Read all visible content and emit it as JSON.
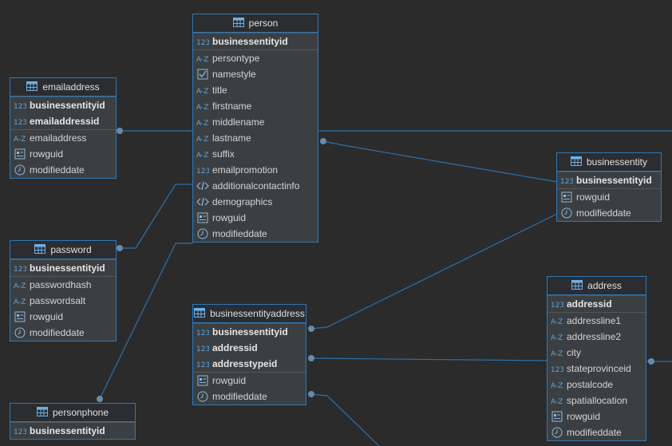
{
  "tables": {
    "person": {
      "name": "person",
      "pk": [
        {
          "name": "businessentityid",
          "icon": "number-icon"
        }
      ],
      "cols": [
        {
          "name": "persontype",
          "icon": "text-icon"
        },
        {
          "name": "namestyle",
          "icon": "checkbox-icon"
        },
        {
          "name": "title",
          "icon": "text-icon"
        },
        {
          "name": "firstname",
          "icon": "text-icon"
        },
        {
          "name": "middlename",
          "icon": "text-icon"
        },
        {
          "name": "lastname",
          "icon": "text-icon"
        },
        {
          "name": "suffix",
          "icon": "text-icon"
        },
        {
          "name": "emailpromotion",
          "icon": "number-icon"
        },
        {
          "name": "additionalcontactinfo",
          "icon": "xml-icon"
        },
        {
          "name": "demographics",
          "icon": "xml-icon"
        },
        {
          "name": "rowguid",
          "icon": "uuid-icon"
        },
        {
          "name": "modifieddate",
          "icon": "clock-icon"
        }
      ]
    },
    "emailaddress": {
      "name": "emailaddress",
      "pk": [
        {
          "name": "businessentityid",
          "icon": "number-icon"
        },
        {
          "name": "emailaddressid",
          "icon": "number-icon"
        }
      ],
      "cols": [
        {
          "name": "emailaddress",
          "icon": "text-icon"
        },
        {
          "name": "rowguid",
          "icon": "uuid-icon"
        },
        {
          "name": "modifieddate",
          "icon": "clock-icon"
        }
      ]
    },
    "password": {
      "name": "password",
      "pk": [
        {
          "name": "businessentityid",
          "icon": "number-icon"
        }
      ],
      "cols": [
        {
          "name": "passwordhash",
          "icon": "text-icon"
        },
        {
          "name": "passwordsalt",
          "icon": "text-icon"
        },
        {
          "name": "rowguid",
          "icon": "uuid-icon"
        },
        {
          "name": "modifieddate",
          "icon": "clock-icon"
        }
      ]
    },
    "personphone": {
      "name": "personphone",
      "pk": [
        {
          "name": "businessentityid",
          "icon": "number-icon"
        }
      ],
      "cols": []
    },
    "businessentity": {
      "name": "businessentity",
      "pk": [
        {
          "name": "businessentityid",
          "icon": "number-icon"
        }
      ],
      "cols": [
        {
          "name": "rowguid",
          "icon": "uuid-icon"
        },
        {
          "name": "modifieddate",
          "icon": "clock-icon"
        }
      ]
    },
    "businessentityaddress": {
      "name": "businessentityaddress",
      "pk": [
        {
          "name": "businessentityid",
          "icon": "number-icon"
        },
        {
          "name": "addressid",
          "icon": "number-icon"
        },
        {
          "name": "addresstypeid",
          "icon": "number-icon"
        }
      ],
      "cols": [
        {
          "name": "rowguid",
          "icon": "uuid-icon"
        },
        {
          "name": "modifieddate",
          "icon": "clock-icon"
        }
      ]
    },
    "address": {
      "name": "address",
      "pk": [
        {
          "name": "addressid",
          "icon": "number-icon"
        }
      ],
      "cols": [
        {
          "name": "addressline1",
          "icon": "text-icon"
        },
        {
          "name": "addressline2",
          "icon": "text-icon"
        },
        {
          "name": "city",
          "icon": "text-icon"
        },
        {
          "name": "stateprovinceid",
          "icon": "number-icon"
        },
        {
          "name": "postalcode",
          "icon": "text-icon"
        },
        {
          "name": "spatiallocation",
          "icon": "text-icon"
        },
        {
          "name": "rowguid",
          "icon": "uuid-icon"
        },
        {
          "name": "modifieddate",
          "icon": "clock-icon"
        }
      ]
    }
  },
  "colors": {
    "border": "#2e78b8",
    "line": "#2f6fa8",
    "icon": "#5fa3dd"
  }
}
